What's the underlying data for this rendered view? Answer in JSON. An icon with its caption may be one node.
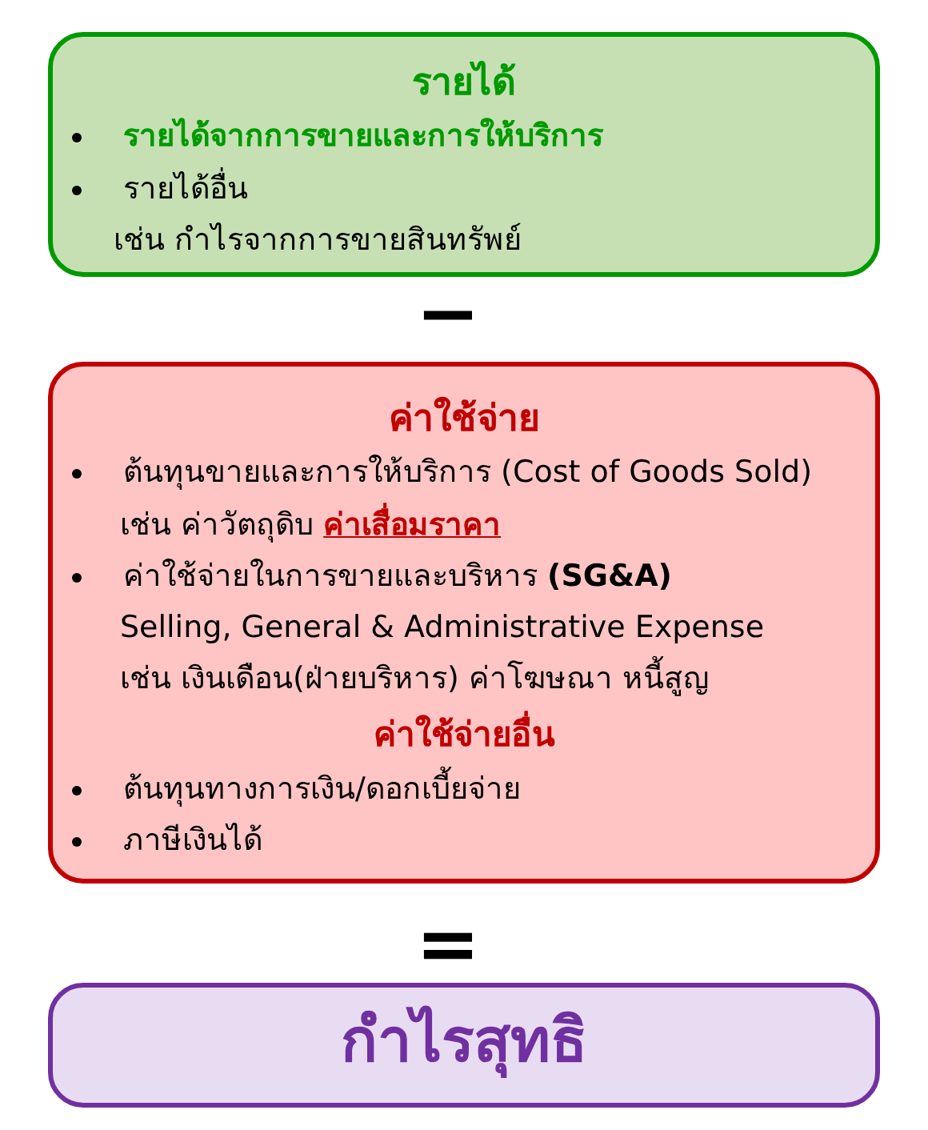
{
  "diagram": {
    "nodes": [
      {
        "text": [
          "รายได้",
          "รายได้จากการขายและการให้บริการ",
          "รายได้อื่น",
          "เช่น กำไรจากการขายสินทรัพย์"
        ]
      },
      {
        "text": [
          "ค่าใช้จ่าย",
          "ต้นทุนขายและการให้บริการ (Cost of Goods Sold)",
          "เช่น ค่าวัตถุดิบ **ค่าเสื่อมราคา**",
          "ค่าใช้จ่ายในการขายและบริหาร **(SG&A)**",
          "Selling, General & Administrative Expense",
          "เช่น เงินเดือน(ฝ่ายบริหาร) ค่าโฆษณา หนี้สูญ",
          "ค่าใช้จ่ายอื่น",
          "ต้นทุนทางการเงิน/ดอกเบี้ยจ่าย",
          "ภาษีเงินได้"
        ]
      },
      {
        "text": [
          "กำไรสุทธิ"
        ]
      }
    ],
    "labels": [
      "−",
      "="
    ]
  }
}
